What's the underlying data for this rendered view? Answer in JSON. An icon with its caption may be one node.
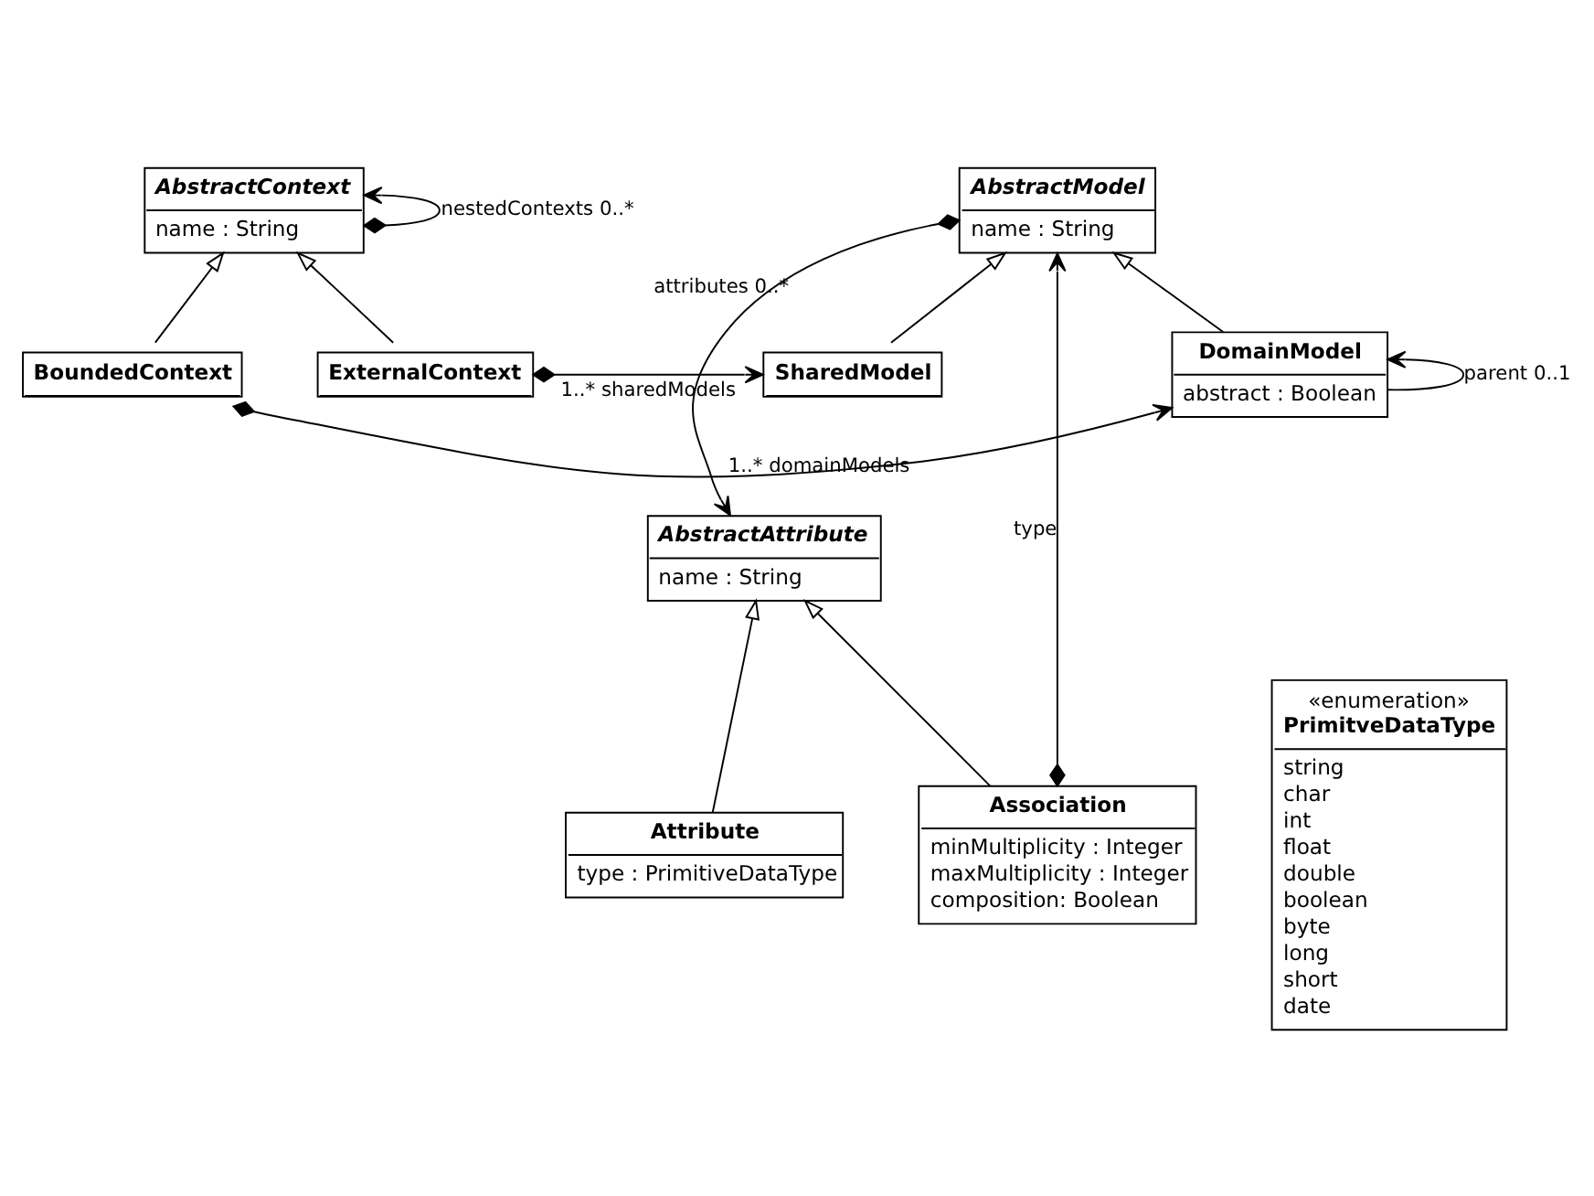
{
  "diagram": {
    "nodes": [
      {
        "text": [
          "AbstractContext",
          "name : String"
        ]
      },
      {
        "text": [
          "ExternalContext"
        ]
      },
      {
        "text": [
          "BoundedContext"
        ]
      },
      {
        "text": [
          "AbstractModel",
          "name : String"
        ]
      },
      {
        "text": [
          "DomainModel",
          "abstract : Boolean"
        ]
      },
      {
        "text": [
          "SharedModel"
        ]
      },
      {
        "text": [
          "«enumeration»",
          "PrimitveDataType",
          "string",
          "char",
          "int",
          "float",
          "double",
          "boolean",
          "byte",
          "long",
          "short",
          "date"
        ]
      },
      {
        "text": [
          "AbstractAttribute",
          "name : String"
        ]
      },
      {
        "text": [
          "Attribute",
          "type : PrimitiveDataType"
        ]
      },
      {
        "text": [
          "Association",
          "minMultiplicity : Integer",
          "maxMultiplicity : Integer",
          "composition: Boolean"
        ]
      }
    ],
    "edges": [
      {
        "from": 0,
        "to": 0,
        "arrow": "to",
        "label": "nestedContexts 0..*"
      },
      {
        "from": 1,
        "to": 0,
        "arrow": "to"
      },
      {
        "from": 2,
        "to": 0,
        "arrow": "to"
      },
      {
        "from": 4,
        "to": 3,
        "arrow": "to"
      },
      {
        "from": 5,
        "to": 3,
        "arrow": "to"
      },
      {
        "from": 4,
        "to": 4,
        "arrow": "to",
        "label": "parent 0..1"
      },
      {
        "from": 2,
        "to": 4,
        "arrow": "to",
        "label": "1..* domainModels"
      },
      {
        "from": 1,
        "to": 5,
        "arrow": "to",
        "label": "1..* sharedModels"
      },
      {
        "from": 3,
        "to": 7,
        "arrow": "to",
        "label": "attributes 0..*"
      },
      {
        "from": 9,
        "to": 3,
        "arrow": "to",
        "label": "type"
      },
      {
        "from": 8,
        "to": 7,
        "arrow": "to"
      },
      {
        "from": 9,
        "to": 7,
        "arrow": "to"
      }
    ]
  }
}
